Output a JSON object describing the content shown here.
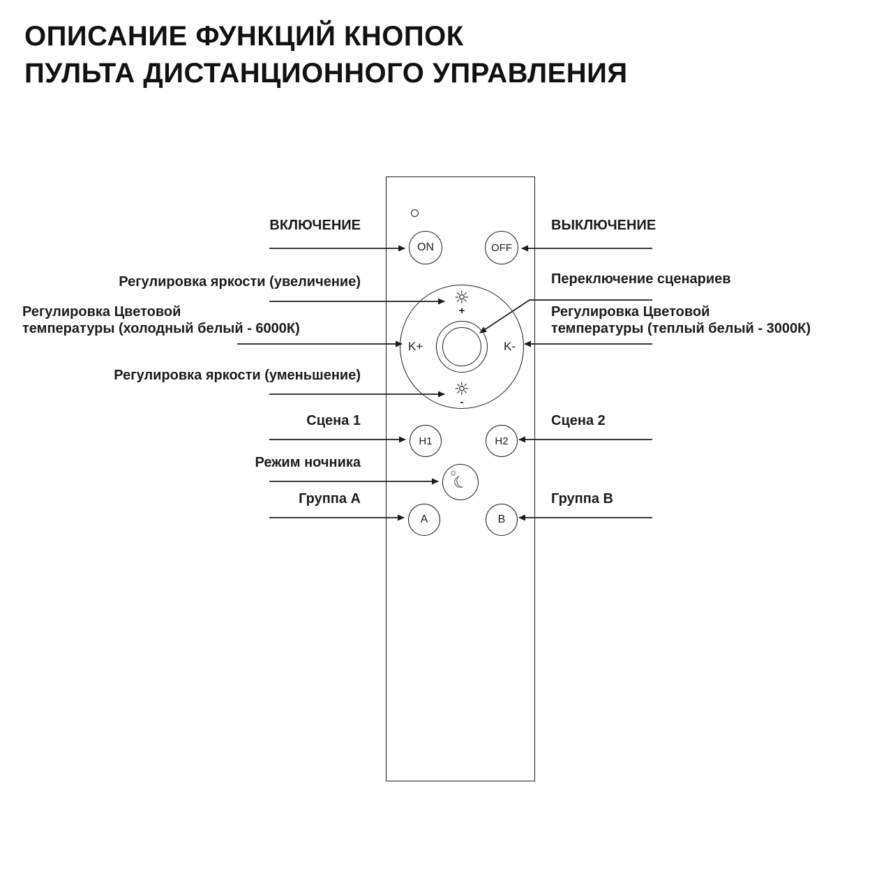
{
  "title": {
    "line1": "ОПИСАНИЕ ФУНКЦИЙ КНОПОК",
    "line2": "ПУЛЬТА ДИСТАНЦИОННОГО УПРАВЛЕНИЯ"
  },
  "annotations": {
    "power_on": "ВКЛЮЧЕНИЕ",
    "power_off": "ВЫКЛЮЧЕНИЕ",
    "brightness_up": "Регулировка яркости (увеличение)",
    "brightness_down": "Регулировка яркости (уменьшение)",
    "scene_switch": "Переключение сценариев",
    "color_temp_cold_line1": "Регулировка Цветовой",
    "color_temp_cold_line2": "температуры (холодный белый - 6000К)",
    "color_temp_warm_line1": "Регулировка Цветовой",
    "color_temp_warm_line2": "температуры (теплый белый - 3000К)",
    "scene_1": "Сцена 1",
    "scene_2": "Сцена 2",
    "night_mode": "Режим ночника",
    "group_a": "Группа A",
    "group_b": "Группа B"
  },
  "remote": {
    "on": "ON",
    "off": "OFF",
    "k_plus": "K+",
    "k_minus": "K-",
    "h1": "H1",
    "h2": "H2",
    "a": "A",
    "b": "B",
    "plus": "+",
    "minus": "-",
    "sun_icon_glyph": "☼",
    "moon_icon_glyph": "☾",
    "star_icon_glyph": "✩"
  },
  "colors": {
    "ink": "#1c1c1c",
    "background": "#ffffff"
  }
}
